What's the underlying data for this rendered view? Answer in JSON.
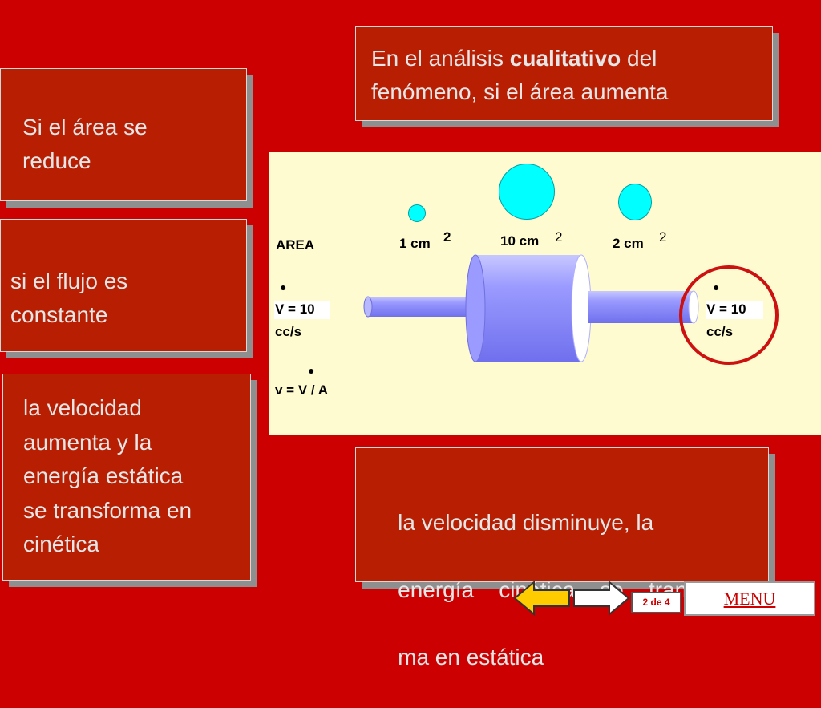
{
  "top_box": {
    "prefix": "En el análisis ",
    "bold": "cualitativo",
    "suffix": " del",
    "line2": "fenómeno, si el área aumenta"
  },
  "box_reduce": {
    "line1": "Si el área se",
    "line2": "reduce"
  },
  "box_flow": {
    "line1": "si el flujo es",
    "line2": "constante"
  },
  "box_velocity_up": {
    "lines": [
      "la velocidad",
      "aumenta y la",
      "energía estática",
      "se transforma en",
      "cinética"
    ]
  },
  "box_velocity_down": {
    "lines": [
      "la velocidad disminuye, la",
      "energía    cinética    se    transfor",
      "ma en estática"
    ]
  },
  "diagram": {
    "area_label": "AREA",
    "area_small": {
      "value": "1 cm",
      "exp": "2"
    },
    "area_large": {
      "value": "10 cm",
      "exp": "2"
    },
    "area_medium": {
      "value": "2 cm",
      "exp": "2"
    },
    "flow_left": {
      "line1": "V = 10",
      "line2": "cc/s"
    },
    "flow_right": {
      "line1": "V = 10",
      "line2": "cc/s"
    },
    "formula": "v = V / A"
  },
  "nav": {
    "page": "2 de 4",
    "menu": "MENU"
  },
  "colors": {
    "background": "#cc0000",
    "box": "#b81e02",
    "diagram_bg": "#fffbd0",
    "pipe": "#9999ff",
    "circle_fill": "#00ffff",
    "highlight_ring": "#cc1111"
  }
}
